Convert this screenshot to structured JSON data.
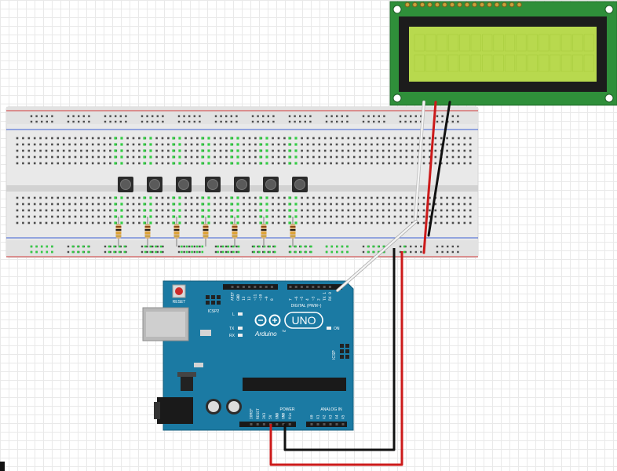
{
  "colors": {
    "background": "#ffffff",
    "grid": "#e9e9e9",
    "breadboard": "#e9e9e9",
    "rail_red": "#d33b3b",
    "rail_blue": "#3b5fd3",
    "arduino": "#1b7aa3",
    "lcd_pcb": "#2f8f3a",
    "lcd_screen": "#b8d94e",
    "wire_red": "#cc1a1a",
    "wire_black": "#111111",
    "wire_white": "#f4f4f4",
    "button_cap": "#5a5a5a"
  },
  "breadboard": {
    "pushbutton_count": 7,
    "resistor_count": 7
  },
  "arduino": {
    "reset_label": "RESET",
    "icsp2_label": "ICSP2",
    "icsp_label": "ICSP",
    "brand": "Arduino",
    "model": "UNO",
    "tm": "TM",
    "on_label": "ON",
    "led_l": "L",
    "led_tx": "TX",
    "led_rx": "RX",
    "digital_label": "DIGITAL (PWM~)",
    "power_label": "POWER",
    "analog_label": "ANALOG IN",
    "digital_pins": [
      "AREF",
      "GND",
      "13",
      "12",
      "~11",
      "~10",
      "~9",
      "8",
      "7",
      "~6",
      "~5",
      "4",
      "~3",
      "2",
      "TX 1",
      "RX 0"
    ],
    "power_pins": [
      "IOREF",
      "RESET",
      "3V3",
      "5V",
      "GND",
      "GND",
      "Vin"
    ],
    "analog_pins": [
      "A0",
      "A1",
      "A2",
      "A3",
      "A4",
      "A5"
    ]
  },
  "lcd": {
    "pin_count": 16
  }
}
